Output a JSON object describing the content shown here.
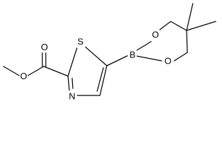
{
  "molecule": {
    "atoms": {
      "methyl_ester_o": "O",
      "carbonyl_o": "O",
      "thiazole_s": "S",
      "thiazole_n": "N",
      "boron": "B",
      "dioxaborinane_o_upper": "O",
      "dioxaborinane_o_lower": "O"
    }
  }
}
